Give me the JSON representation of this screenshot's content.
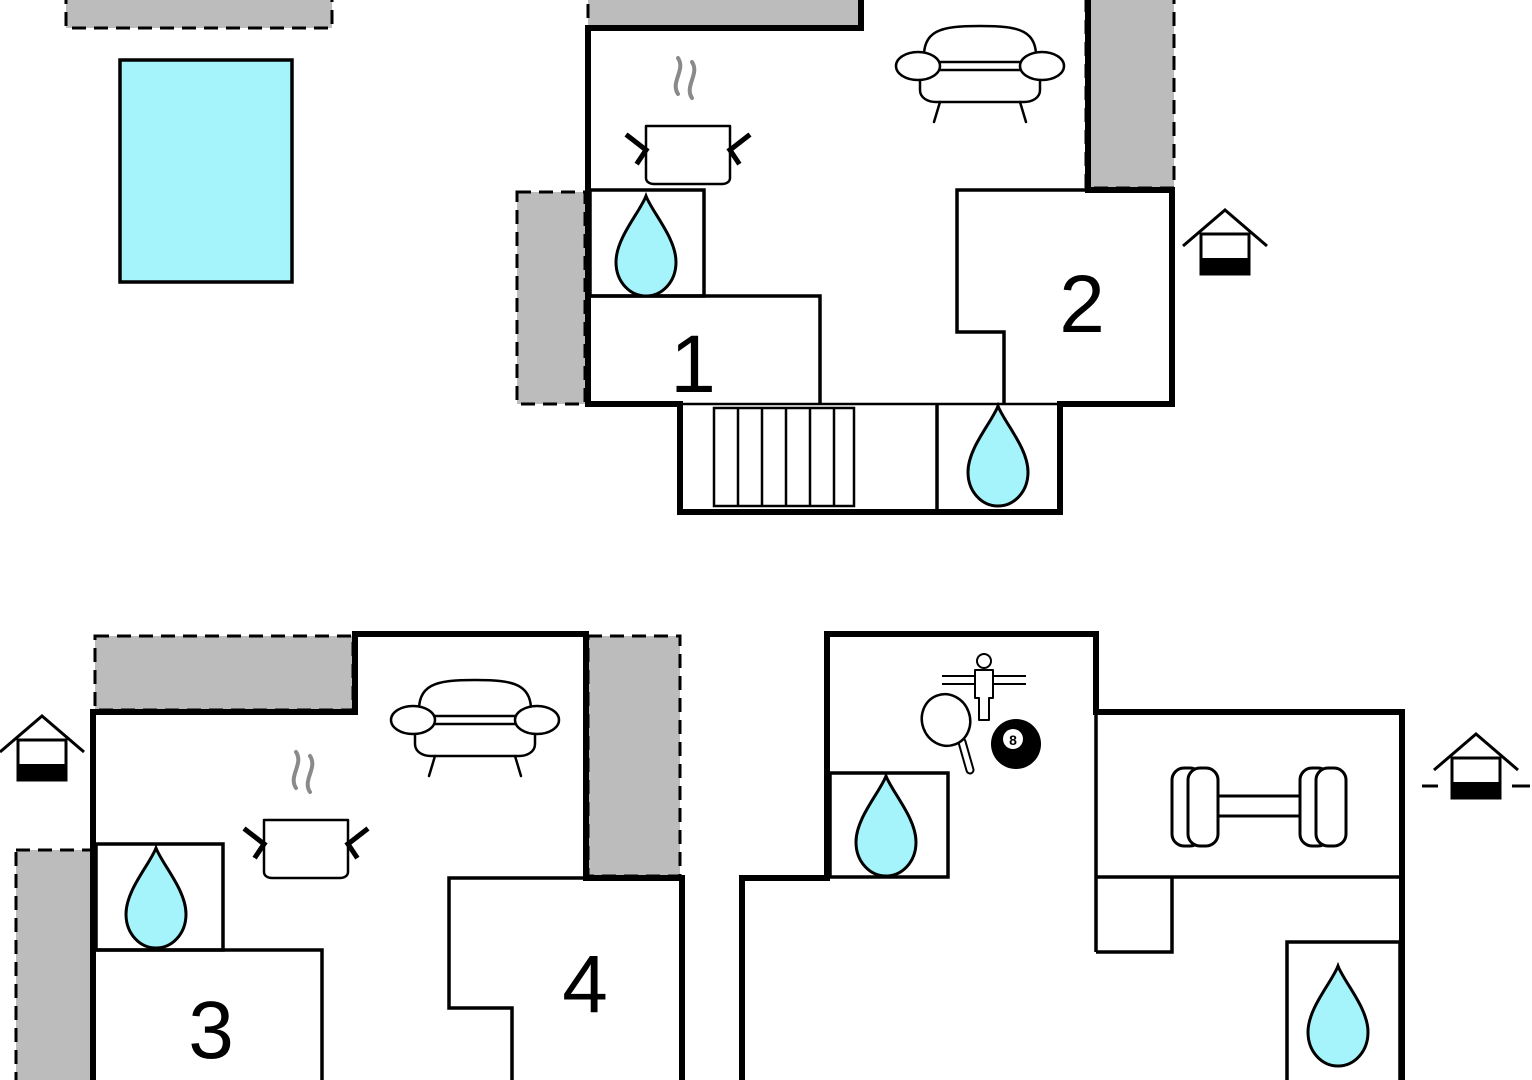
{
  "rooms": {
    "bedroom_1": "1",
    "bedroom_2": "2",
    "bedroom_3": "3",
    "bedroom_4": "4"
  },
  "icons": {
    "bathroom": "water-drop-icon",
    "kitchen": "cooking-pot-icon",
    "living_room": "sofa-icon",
    "entrance": "house-entrance-icon",
    "pool": "swimming-pool",
    "terrace": "terrace-area",
    "stairs": "staircase",
    "billiards": "billiard-ball-icon",
    "billiard_number": "8",
    "table_tennis": "table-tennis-icon",
    "foosball": "table-football-icon",
    "gym": "dumbbell-icon"
  },
  "colors": {
    "water": "#a6f4fb",
    "terrace": "#bcbcbc",
    "walls": "#000000",
    "steam": "#8a8a8a"
  }
}
